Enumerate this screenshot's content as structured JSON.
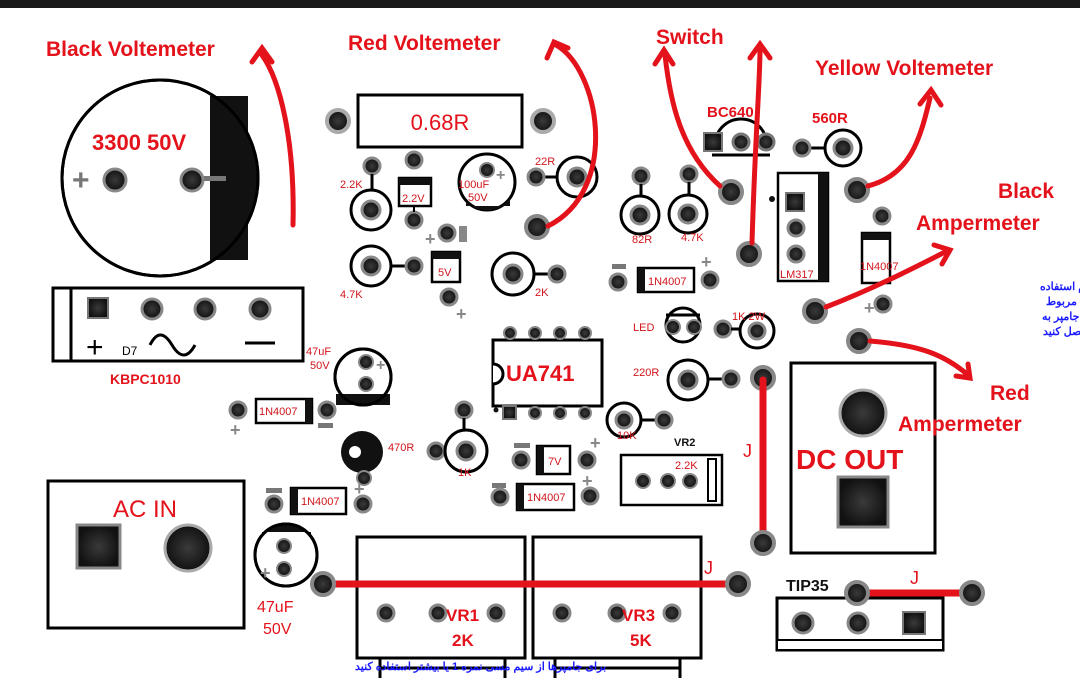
{
  "annotations": {
    "black_voltmeter": "Black Voltemeter",
    "red_voltmeter": "Red Voltemeter",
    "switch": "Switch",
    "yellow_voltmeter": "Yellow Voltemeter",
    "black_ammeter_1": "Black",
    "black_ammeter_2": "Ampermeter",
    "red_ammeter_1": "Red",
    "red_ammeter_2": "Ampermeter"
  },
  "components": {
    "cap_main": "3300 50V",
    "resistor_068": "0.68R",
    "bc640": "BC640",
    "r560": "560R",
    "r22": "22R",
    "r22k": "2.2K",
    "z22v": "2.2V",
    "cap100": "100uF",
    "cap100v": "50V",
    "r82": "82R",
    "r47k_a": "4.7K",
    "lm317": "LM317",
    "d_1n4007_right": "1N4007",
    "r47k_b": "4.7K",
    "z5v": "5V",
    "r2k": "2K",
    "d_1n4007_mid": "1N4007",
    "led": "LED",
    "r1k2w": "1K 2W",
    "bridge": "KBPC1010",
    "bridge_d": "D7",
    "cap47a": "47uF",
    "cap47a_v": "50V",
    "ua741": "UA741",
    "r220": "220R",
    "d_1n4007_left": "1N4007",
    "r470": "470R",
    "r1k": "1K",
    "r10k": "10K",
    "vr2": "VR2",
    "vr2_val": "2.2K",
    "z7v": "7V",
    "d_1n4007_bottom": "1N4007",
    "d_1n4007_lower_left": "1N4007",
    "dc_out": "DC OUT",
    "ac_in": "AC IN",
    "cap47b": "47uF",
    "cap47b_v": "50V",
    "vr1": "VR1",
    "vr1_val": "2K",
    "vr3": "VR3",
    "vr3_val": "5K",
    "tip35": "TIP35",
    "j1": "J",
    "j2": "J",
    "j3": "J"
  },
  "notes": {
    "right_line1": "در صورت عدم استفاده",
    "right_line2": "از آمپرمتر دو اتصال مربوط",
    "right_line3": "به آمپرمتر را با جامپر به",
    "right_line4": ".هم متصل کنید",
    "bottom": "برای جامپرها از سیم مسی نمره 1 یا بیشتر استفاده کنید"
  },
  "colors": {
    "wire": "#e3121b",
    "outline": "#000000",
    "blue_text": "#1a1aff"
  }
}
